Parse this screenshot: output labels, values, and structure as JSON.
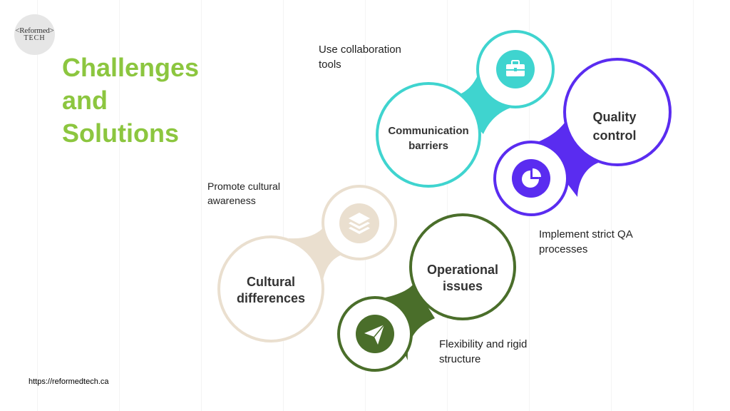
{
  "brand": {
    "logo_text_top": "<Reformed>",
    "logo_text_bottom": "TECH"
  },
  "title": {
    "line1": "Challenges",
    "line2": "and",
    "line3": "Solutions"
  },
  "footer": {
    "url": "https://reformedtech.ca"
  },
  "colors": {
    "title": "#8cc63f",
    "teal": "#3fd4cf",
    "purple": "#5a2cf0",
    "beige": "#eadfcf",
    "green": "#4a6e2a"
  },
  "items": [
    {
      "challenge": "Communication barriers",
      "solution": "Use collaboration tools",
      "icon": "briefcase-icon",
      "color": "#3fd4cf"
    },
    {
      "challenge": "Quality control",
      "solution": "Implement strict QA processes",
      "icon": "pie-chart-icon",
      "color": "#5a2cf0"
    },
    {
      "challenge": "Cultural differences",
      "solution": "Promote cultural awareness",
      "icon": "layers-icon",
      "color": "#eadfcf"
    },
    {
      "challenge": "Operational issues",
      "solution": "Flexibility and rigid structure",
      "icon": "send-icon",
      "color": "#4a6e2a"
    }
  ]
}
